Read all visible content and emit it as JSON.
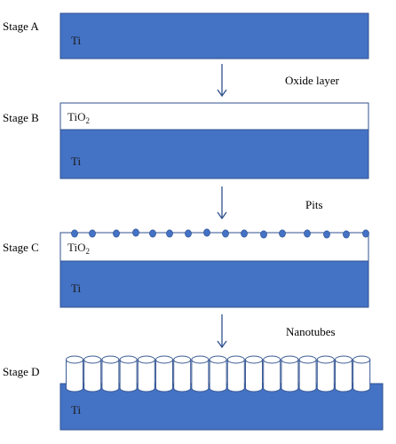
{
  "stages": [
    {
      "label": "Stage A",
      "layers": [
        {
          "material": "Ti",
          "fill": "#4472c4"
        }
      ]
    },
    {
      "label": "Stage B",
      "layers": [
        {
          "material_base": "TiO",
          "material_sub": "2",
          "fill": "#ffffff"
        },
        {
          "material": "Ti",
          "fill": "#4472c4"
        }
      ]
    },
    {
      "label": "Stage C",
      "layers": [
        {
          "material_base": "TiO",
          "material_sub": "2",
          "fill": "#ffffff"
        },
        {
          "material": "Ti",
          "fill": "#4472c4"
        }
      ]
    },
    {
      "label": "Stage D",
      "layers": [
        {
          "material": "Ti",
          "fill": "#4472c4"
        }
      ]
    }
  ],
  "steps": [
    {
      "label": "Oxide layer"
    },
    {
      "label": "Pits"
    },
    {
      "label": "Nanotubes"
    }
  ],
  "pits": {
    "count": 16,
    "fill": "#4472c4"
  },
  "nanotubes": {
    "count": 17,
    "fill": "#ffffff",
    "stroke": "#3a5a95"
  },
  "colors": {
    "ti": "#4472c4",
    "border": "#2f528f",
    "arrow": "#2f528f",
    "oxide": "#ffffff"
  }
}
